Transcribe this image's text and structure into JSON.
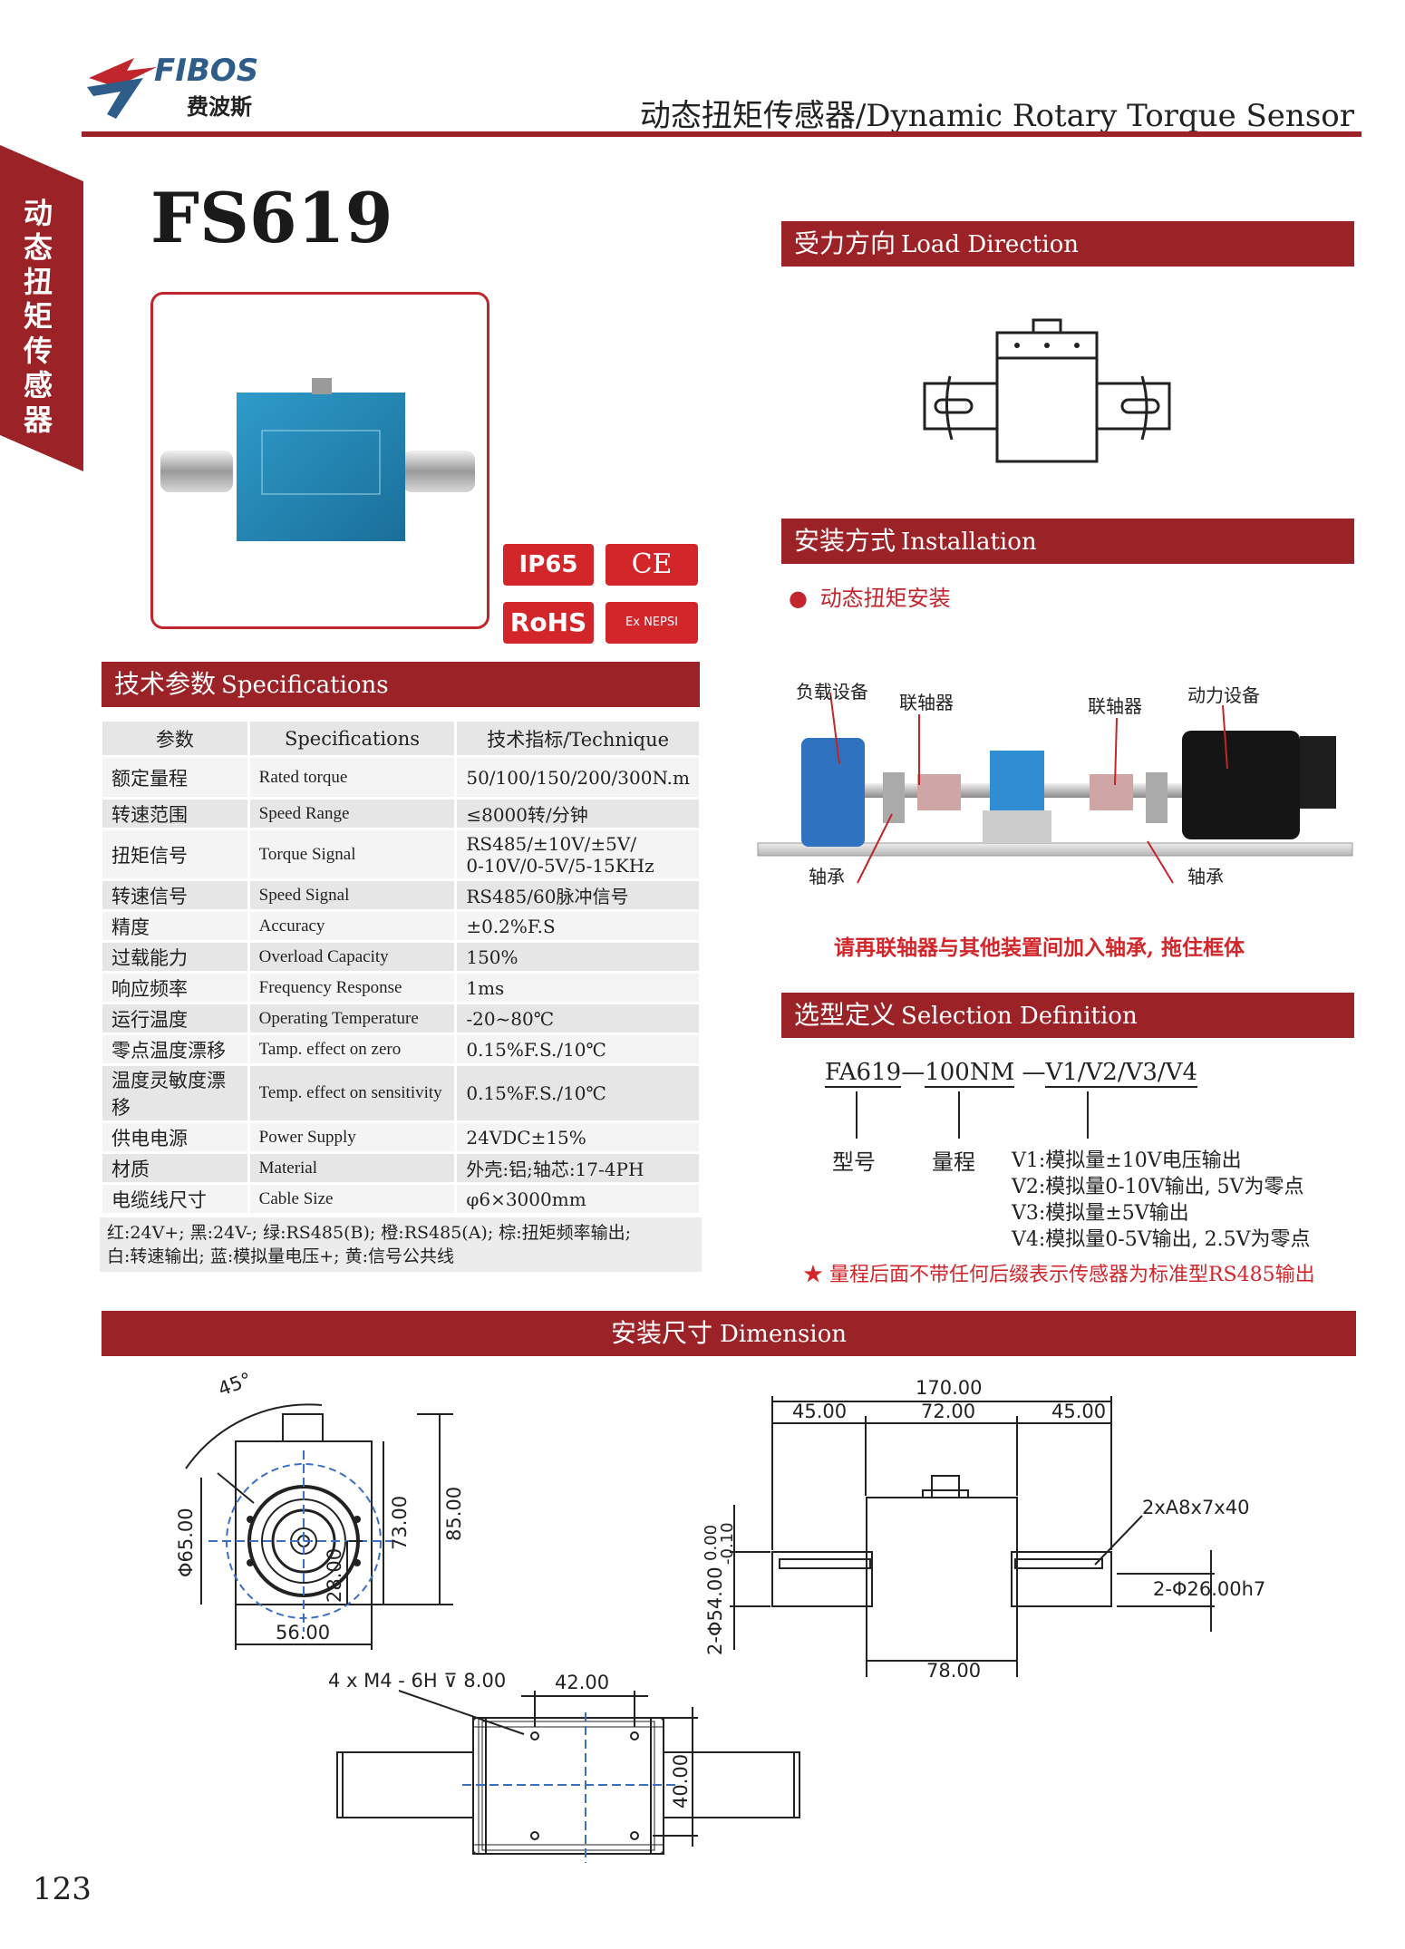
{
  "header": {
    "brand_en": "FIBOS",
    "brand_cn": "费波斯",
    "title": "动态扭矩传感器/Dynamic Rotary Torque Sensor"
  },
  "side_tab": "动态扭矩传感器",
  "model": "FS619",
  "badges": {
    "ip": "IP65",
    "ce": "CE",
    "rohs": "RoHS",
    "ex": "Ex NEPSI"
  },
  "load_direction": {
    "title_cn": "受力方向",
    "title_en": "Load Direction"
  },
  "installation": {
    "title_cn": "安装方式",
    "title_en": "Installation",
    "bullet": "动态扭矩安装",
    "labels": {
      "load": "负载设备",
      "coupling1": "联轴器",
      "coupling2": "联轴器",
      "power": "动力设备",
      "bearing1": "轴承",
      "bearing2": "轴承"
    },
    "note": "请再联轴器与其他装置间加入轴承, 拖住框体"
  },
  "specs": {
    "title_cn": "技术参数",
    "title_en": "Specifications",
    "columns": [
      "参数",
      "Specifications",
      "技术指标/Technique"
    ],
    "rows": [
      {
        "cn": "额定量程",
        "en": "Rated torque",
        "val": "50/100/150/200/300N.m"
      },
      {
        "cn": "转速范围",
        "en": "Speed Range",
        "val": "≤8000转/分钟"
      },
      {
        "cn": "扭矩信号",
        "en": "Torque Signal",
        "val": "RS485/±10V/±5V/",
        "val2": "0-10V/0-5V/5-15KHz"
      },
      {
        "cn": "转速信号",
        "en": "Speed Signal",
        "val": "RS485/60脉冲信号"
      },
      {
        "cn": "精度",
        "en": "Accuracy",
        "val": "±0.2%F.S"
      },
      {
        "cn": "过载能力",
        "en": "Overload Capacity",
        "val": "150%"
      },
      {
        "cn": "响应频率",
        "en": "Frequency Response",
        "val": "1ms"
      },
      {
        "cn": "运行温度",
        "en": "Operating Temperature",
        "val": "-20~80℃"
      },
      {
        "cn": "零点温度漂移",
        "en": "Tamp. effect on zero",
        "val": "0.15%F.S./10℃"
      },
      {
        "cn": "温度灵敏度漂移",
        "en": "Temp. effect on sensitivity",
        "val": "0.15%F.S./10℃"
      },
      {
        "cn": "供电电源",
        "en": "Power Supply",
        "val": "24VDC±15%"
      },
      {
        "cn": "材质",
        "en": "Material",
        "val": "外壳:铝;轴芯:17-4PH"
      },
      {
        "cn": "电缆线尺寸",
        "en": "Cable Size",
        "val": "φ6×3000mm"
      }
    ],
    "wiring1": "红:24V+; 黑:24V-; 绿:RS485(B); 橙:RS485(A); 棕:扭矩频率输出;",
    "wiring2": "白:转速输出; 蓝:模拟量电压+; 黄:信号公共线"
  },
  "selection": {
    "title_cn": "选型定义",
    "title_en": "Selection Definition",
    "code_model": "FA619",
    "code_sep1": "—",
    "code_range": "100NM",
    "code_sep2": "—",
    "code_opts": "V1/V2/V3/V4",
    "lbl_model": "型号",
    "lbl_range": "量程",
    "v1": "V1:模拟量±10V电压输出",
    "v2": "V2:模拟量0-10V输出, 5V为零点",
    "v3": "V3:模拟量±5V输出",
    "v4": "V4:模拟量0-5V输出, 2.5V为零点",
    "note": "★ 量程后面不带任何后缀表示传感器为标准型RS485输出"
  },
  "dimension": {
    "title_cn": "安装尺寸",
    "title_en": "Dimension",
    "angle": "45°",
    "phi65": "Φ65.00",
    "d73": "73.00",
    "d85": "85.00",
    "d28": "28.00",
    "d56": "56.00",
    "d170": "170.00",
    "d45a": "45.00",
    "d72": "72.00",
    "d45b": "45.00",
    "tol_top": "0.00",
    "tol_bot": "-0.10",
    "phi54": "2-Φ54.00",
    "key": "2xA8x7x40",
    "phi26": "2-Φ26.00h7",
    "d78": "78.00",
    "thread": "4 x  M4 - 6H ⊽ 8.00",
    "d42": "42.00",
    "d40": "40.00"
  },
  "page_number": "123"
}
